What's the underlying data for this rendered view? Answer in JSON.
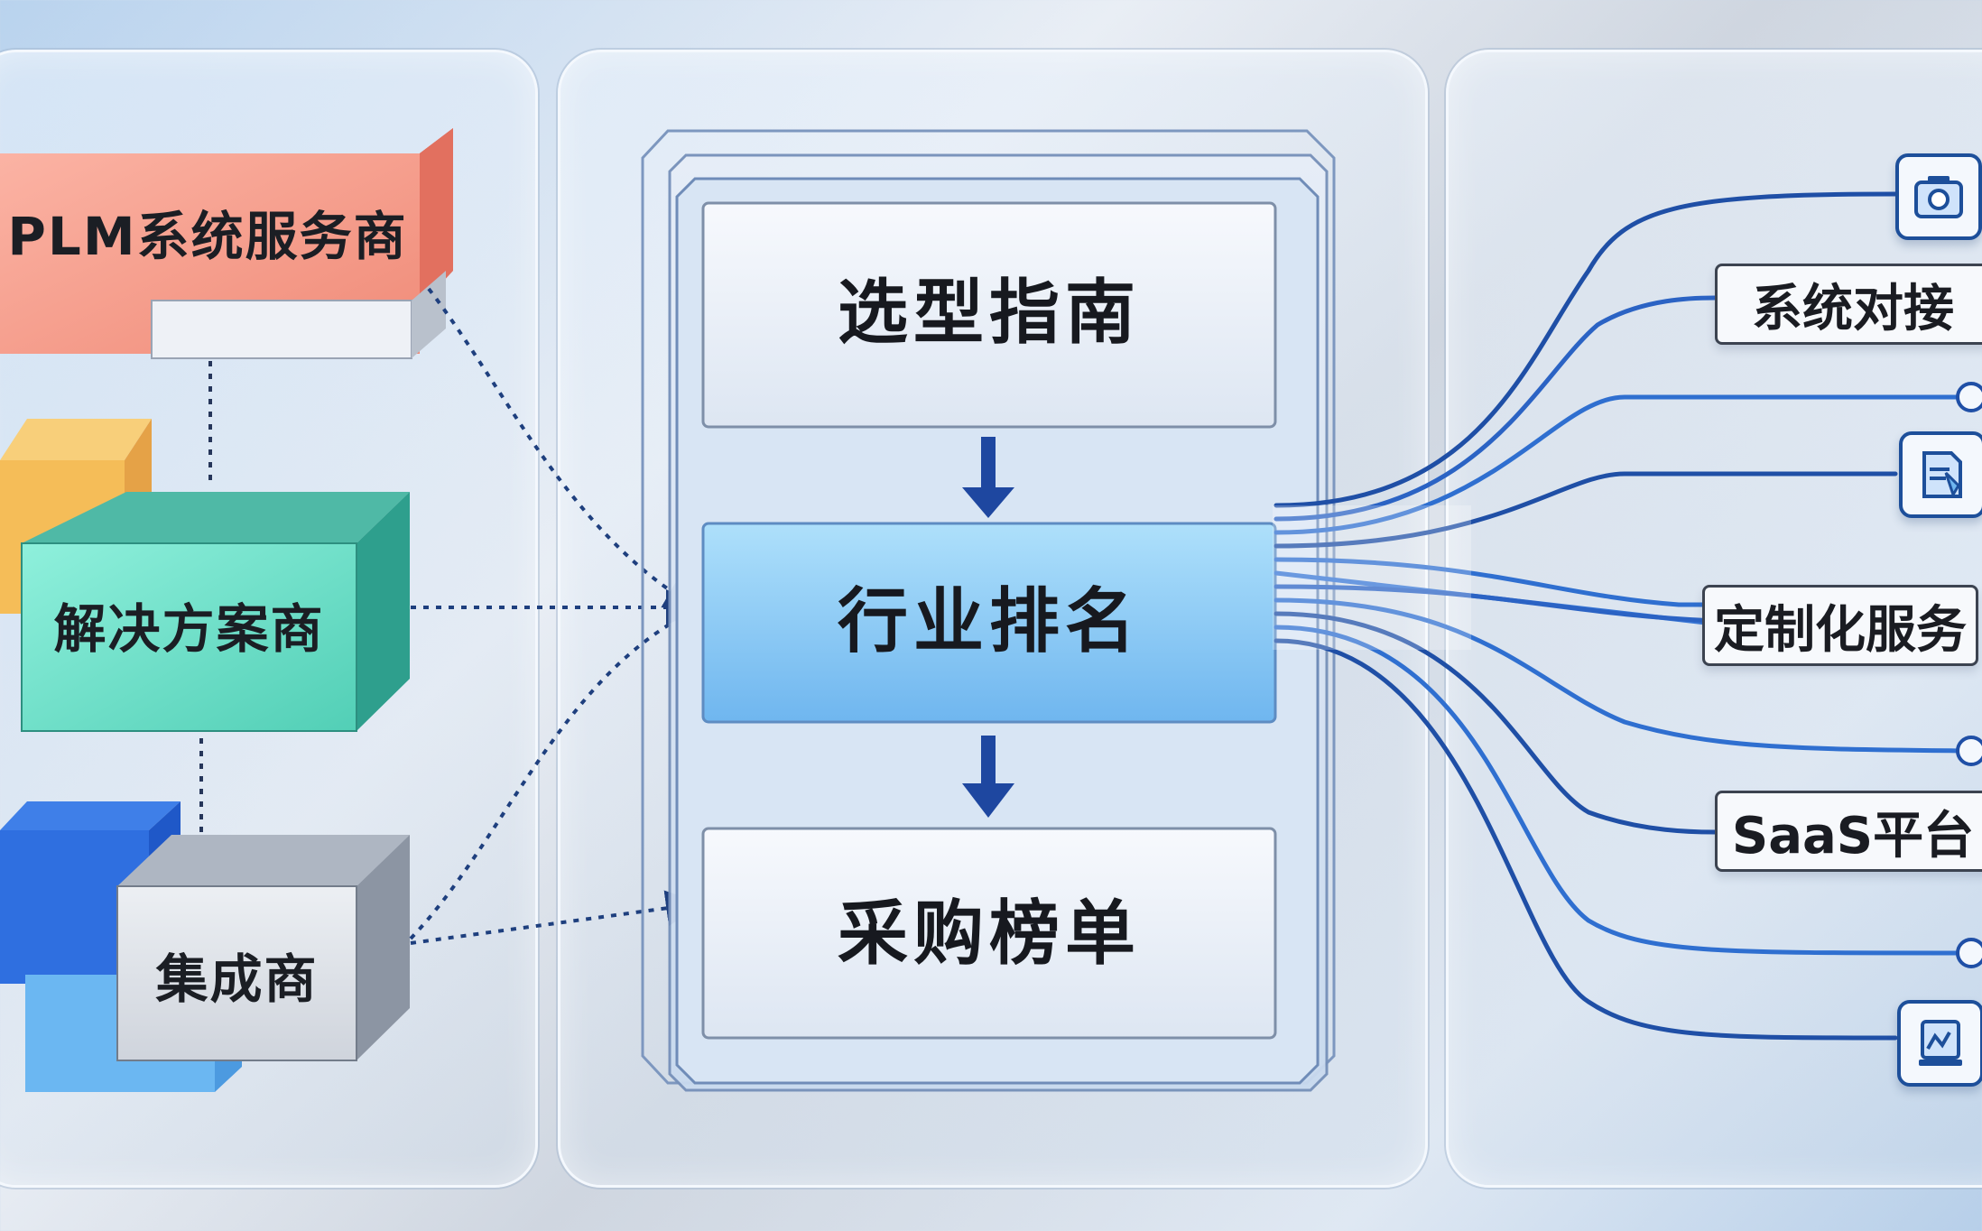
{
  "providers": {
    "plm": "PLM系统服务商",
    "solution": "解决方案商",
    "integrator": "集成商"
  },
  "steps": [
    "选型指南",
    "行业排名",
    "采购榜单"
  ],
  "outputs": [
    "系统对接",
    "定制化服务",
    "SaaS平台"
  ],
  "colors": {
    "accent_blue": "#1e4fa3",
    "line_blue": "#2f6fd0",
    "plm_red": "#f39a88",
    "solution_teal": "#5fdcc4",
    "integrator_gray": "#d7dbe2",
    "yellow_cube": "#f5bf5a",
    "blue_cube": "#2f6fe0"
  },
  "icons": [
    "camera-icon",
    "document-icon",
    "monitor-chart-icon"
  ]
}
